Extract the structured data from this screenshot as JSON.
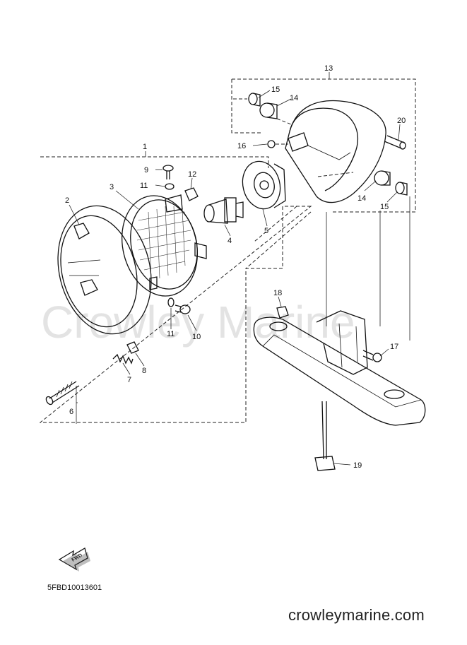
{
  "watermark": "Crowley Marine",
  "diagram_code": "5FBD10013601",
  "site": "crowleymarine.com",
  "fwd_label": "FWD",
  "callouts": {
    "c1": "1",
    "c2": "2",
    "c3": "3",
    "c4": "4",
    "c5": "5",
    "c6": "6",
    "c7": "7",
    "c8": "8",
    "c9": "9",
    "c10": "10",
    "c11a": "11",
    "c11b": "11",
    "c12": "12",
    "c13": "13",
    "c14a": "14",
    "c14b": "14",
    "c15a": "15",
    "c15b": "15",
    "c16": "16",
    "c17": "17",
    "c18": "18",
    "c19": "19",
    "c20": "20"
  }
}
